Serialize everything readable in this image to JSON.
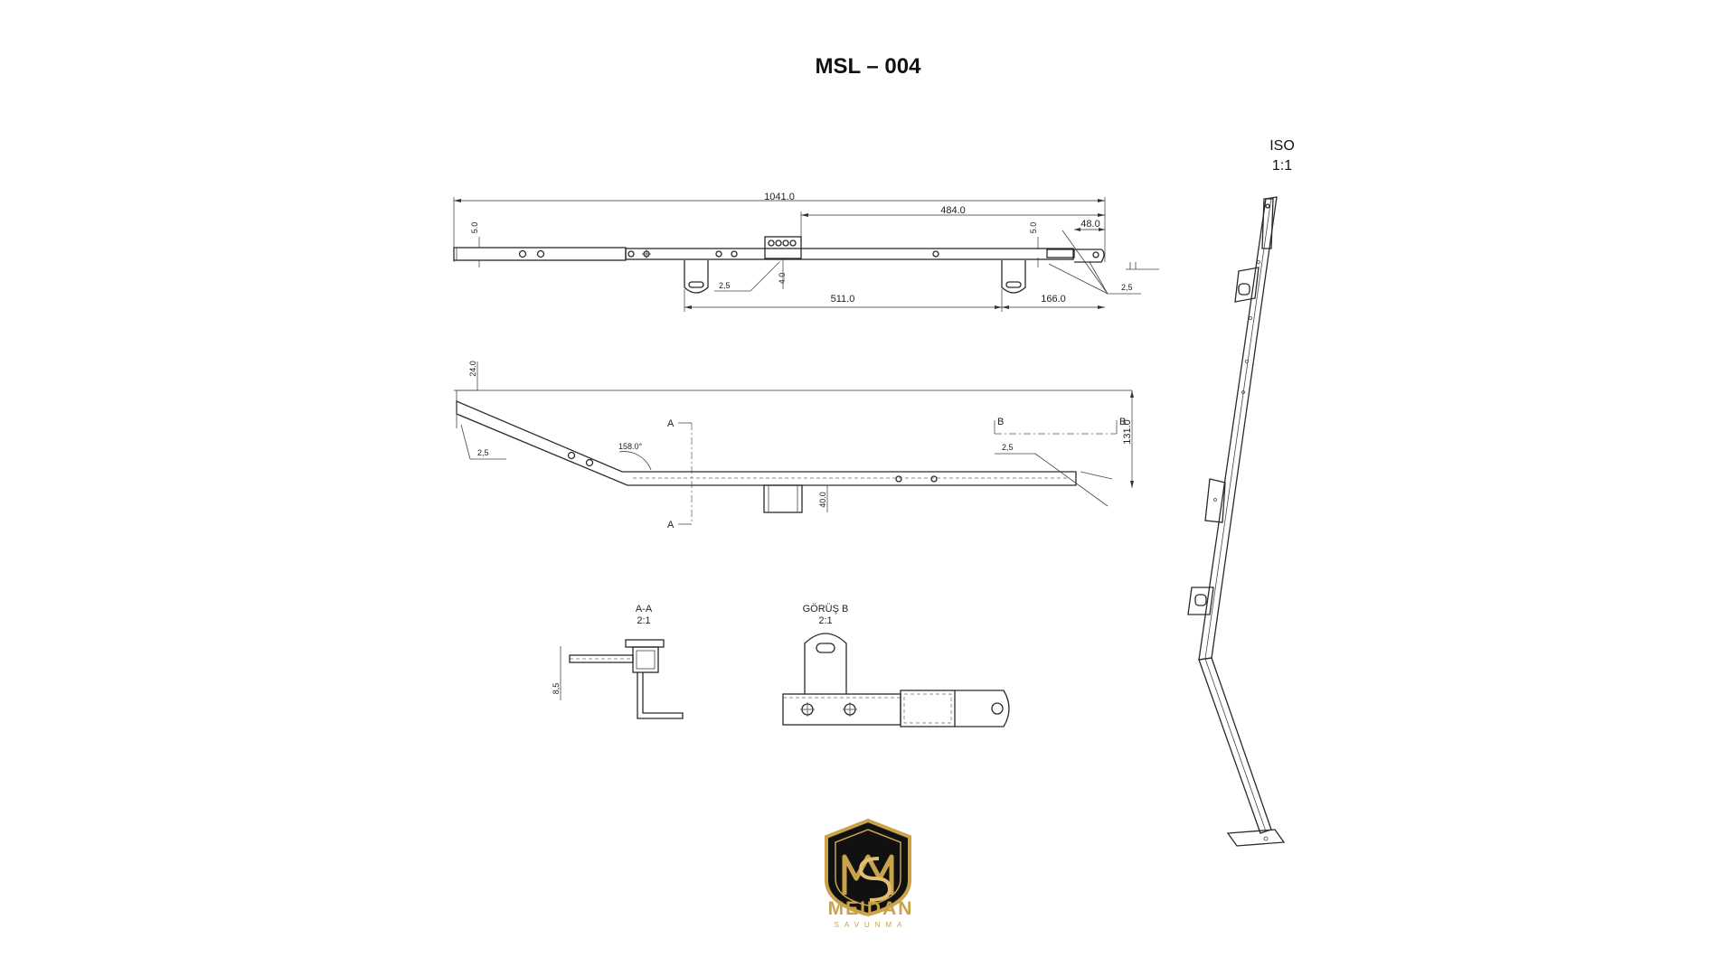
{
  "title": "MSL – 004",
  "iso": {
    "label": "ISO",
    "scale": "1:1"
  },
  "top_view": {
    "dim_overall": "1041.0",
    "dim_484": "484.0",
    "dim_5_left": "5.0",
    "dim_5_right": "5.0",
    "dim_48": "48.0",
    "dim_4": "4.0",
    "dim_511": "511.0",
    "dim_166": "166.0",
    "weld_left": "2,5",
    "weld_right": "2,5"
  },
  "side_view": {
    "dim_24": "24.0",
    "dim_131": "131.0",
    "dim_40": "40.0",
    "angle": "158.0°",
    "section_a": "A",
    "section_b": "B",
    "weld_left": "2,5",
    "weld_right": "2,5"
  },
  "section_aa": {
    "label": "A-A",
    "scale": "2:1",
    "dim": "8,5"
  },
  "view_b": {
    "label": "GÖRÜŞ B",
    "scale": "2:1"
  },
  "logo": {
    "name": "MEIDAN",
    "sub": "SAVUNMA",
    "initials_icon": "ms-monogram-shield-icon"
  },
  "colors": {
    "gold": "#c9a24a",
    "shield": "#111111",
    "line": "#2a2a2a"
  }
}
